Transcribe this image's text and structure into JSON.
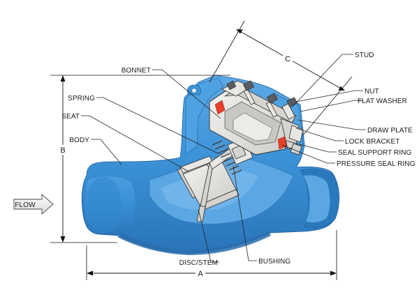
{
  "colors": {
    "body": "#3d93d8",
    "body_dark": "#2c78bd",
    "body_light": "#6fb4ea",
    "cutface": "#5aa7e3",
    "steel": "#e9e7e3",
    "seal": "#e8402a"
  },
  "labels": {
    "bonnet": "BONNET",
    "spring": "SPRING",
    "seat": "SEAT",
    "body": "BODY",
    "stud": "STUD",
    "nut": "NUT",
    "flat_washer": "FLAT WASHER",
    "draw_plate": "DRAW PLATE",
    "lock_bracket": "LOCK BRACKET",
    "seal_support_ring": "SEAL SUPPORT RING",
    "pressure_seal_ring": "PRESSURE SEAL RING",
    "bushing": "BUSHING",
    "disc_stem": "DISC/STEM",
    "flow": "FLOW"
  },
  "dimensions": {
    "a": "A",
    "b": "B",
    "c": "C"
  }
}
